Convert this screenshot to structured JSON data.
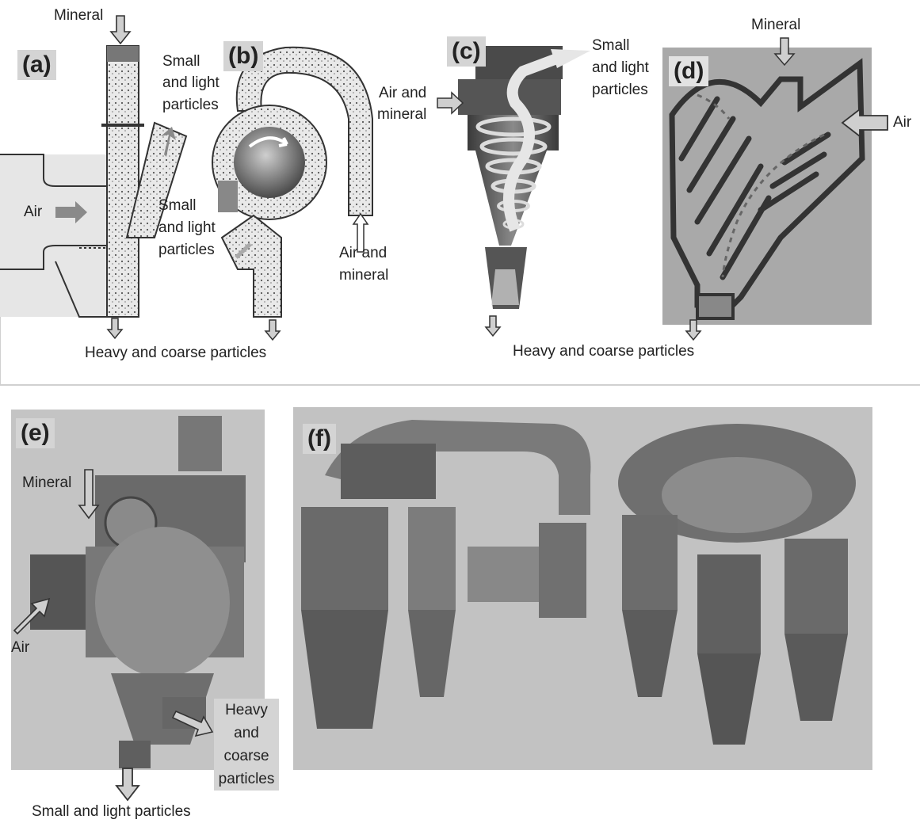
{
  "panels": {
    "a": {
      "tag": "(a)",
      "mineral": "Mineral",
      "small_top": [
        "Small",
        "and light",
        "particles"
      ],
      "air": "Air",
      "small_mid": [
        "Small",
        "and light",
        "particles"
      ]
    },
    "b": {
      "tag": "(b)",
      "air_mineral": [
        "Air and",
        "mineral"
      ]
    },
    "c": {
      "tag": "(c)",
      "air_mineral": [
        "Air and",
        "mineral"
      ],
      "small": [
        "Small",
        "and light",
        "particles"
      ]
    },
    "d": {
      "tag": "(d)",
      "mineral": "Mineral",
      "air": "Air"
    },
    "e": {
      "tag": "(e)",
      "mineral": "Mineral",
      "air": "Air",
      "heavy": [
        "Heavy",
        "and",
        "coarse",
        "particles"
      ],
      "small_bottom": "Small and light particles"
    },
    "f": {
      "tag": "(f)"
    }
  },
  "bottom_labels": {
    "left": "Heavy and coarse particles",
    "right": "Heavy and coarse particles"
  },
  "colors": {
    "label_bg": "#d4d4d4",
    "photo_bg": "#c4c4c4",
    "arrow_fill": "#cfcfcf",
    "stroke": "#333333"
  },
  "icons": [
    "down-arrow-icon",
    "right-arrow-icon",
    "left-arrow-icon",
    "up-arrow-icon",
    "diagonal-arrow-icon"
  ]
}
